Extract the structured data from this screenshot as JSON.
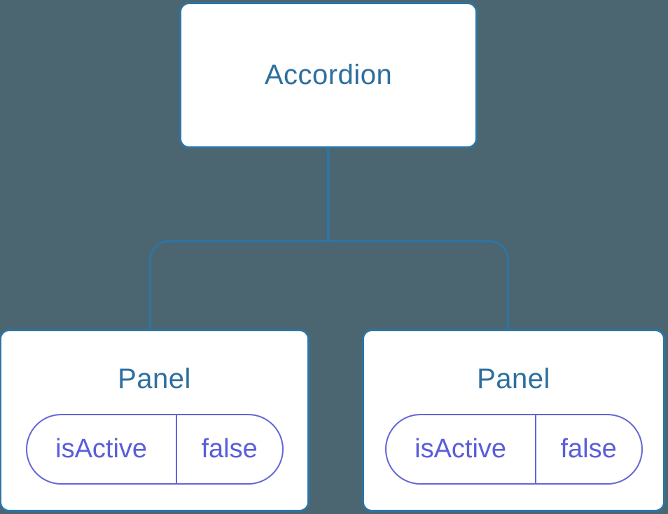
{
  "tree": {
    "root": {
      "label": "Accordion"
    },
    "children": [
      {
        "label": "Panel",
        "prop_name": "isActive",
        "prop_value": "false"
      },
      {
        "label": "Panel",
        "prop_name": "isActive",
        "prop_value": "false"
      }
    ]
  },
  "colors": {
    "background": "#4c6671",
    "connector": "#2e74a4",
    "node_fill": "#ffffff",
    "node_border": "#2e74a4",
    "node_label_text": "#2e6f9e",
    "prop_text": "#5a5ed8",
    "prop_border": "#6166d6"
  }
}
